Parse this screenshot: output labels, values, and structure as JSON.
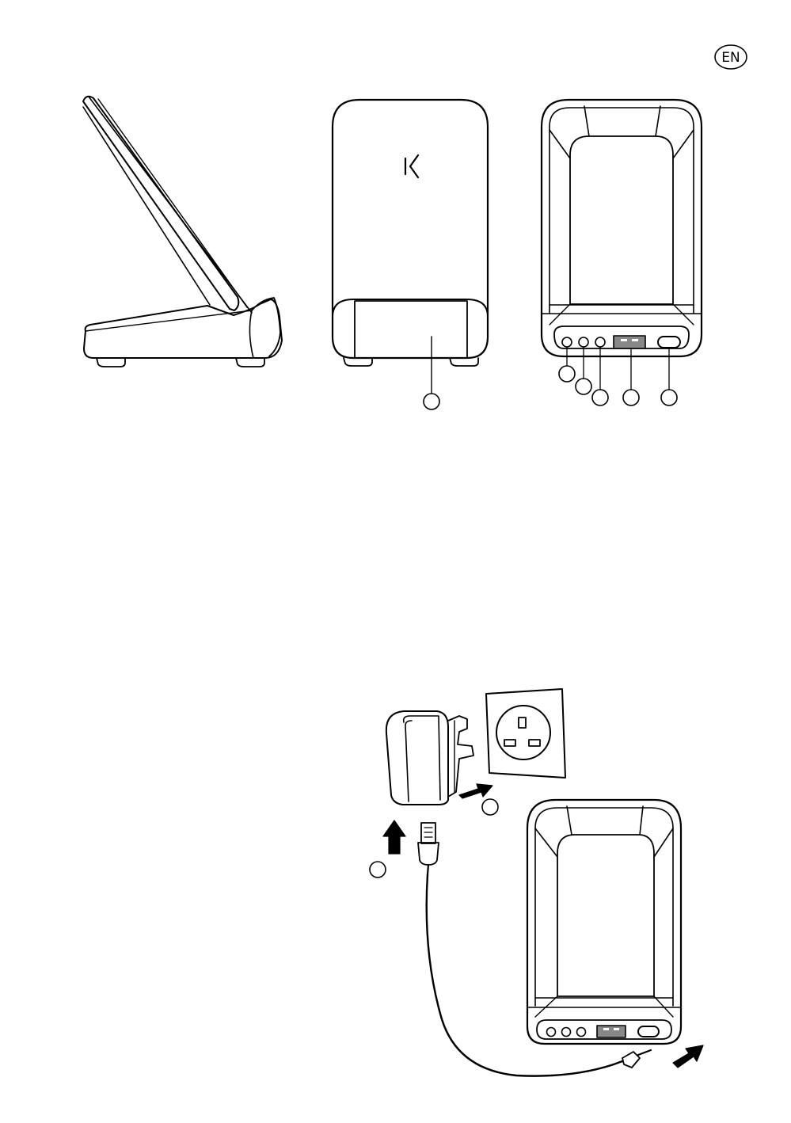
{
  "language_badge": {
    "label": "EN"
  },
  "figure_top": {
    "views": [
      "side-view",
      "front-view",
      "back-view"
    ],
    "callouts_front": [
      "",
      ""
    ],
    "callouts_back": [
      "",
      "",
      "",
      "",
      ""
    ],
    "back_ports": [
      "led-indicator",
      "led-indicator",
      "led-indicator",
      "usb-a-port",
      "usb-c-port"
    ]
  },
  "figure_bottom": {
    "callouts": [
      "",
      ""
    ],
    "items": [
      "wall-adapter",
      "uk-wall-socket",
      "usb-cable",
      "charging-stand"
    ]
  },
  "colors": {
    "line": "#000000",
    "background": "#ffffff",
    "port_fill": "#888888"
  }
}
